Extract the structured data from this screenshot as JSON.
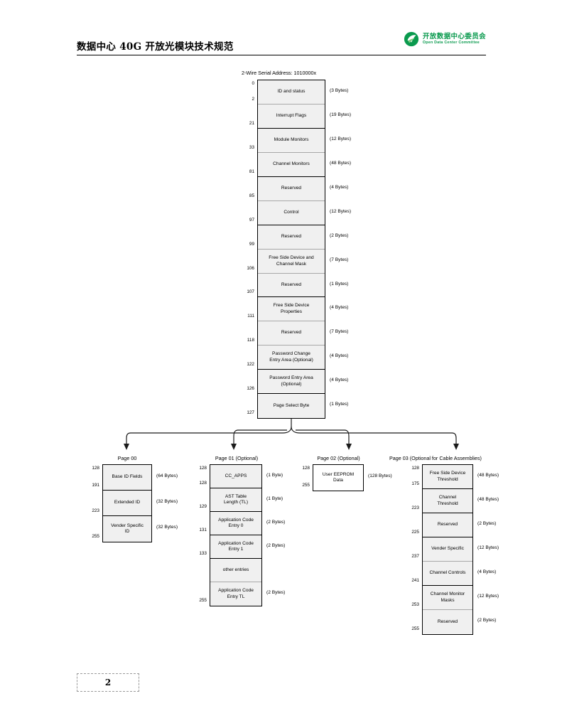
{
  "header": {
    "title": "数据中心 40G 开放光模块技术规范",
    "logo_cn": "开放数据中心委员会",
    "logo_en": "Open Data Center Committee",
    "logo_color": "#0a9a4e"
  },
  "footer": {
    "page_number": "2"
  },
  "diagram": {
    "main": {
      "caption": "2-Wire Serial Address: 1010000x",
      "rows": [
        {
          "label": "ID and status",
          "size": "(3 Bytes)",
          "start": "0",
          "end": "2"
        },
        {
          "label": "Interrupt Flags",
          "size": "(19 Bytes)",
          "start": "",
          "end": "21"
        },
        {
          "label": "Module Monitors",
          "size": "(12 Bytes)",
          "start": "",
          "end": "33"
        },
        {
          "label": "Channel Monitors",
          "size": "(48 Bytes)",
          "start": "",
          "end": "81"
        },
        {
          "label": "Reserved",
          "size": "(4 Bytes)",
          "start": "",
          "end": "85"
        },
        {
          "label": "Control",
          "size": "(12 Bytes)",
          "start": "",
          "end": "97"
        },
        {
          "label": "Reserved",
          "size": "(2 Bytes)",
          "start": "",
          "end": "99"
        },
        {
          "label": "Free Side Device and\nChannel Mask",
          "size": "(7 Bytes)",
          "start": "",
          "end": "106"
        },
        {
          "label": "Reserved",
          "size": "(1 Bytes)",
          "start": "",
          "end": "107"
        },
        {
          "label": "Free Side Device\nProperties",
          "size": "(4 Bytes)",
          "start": "",
          "end": "111"
        },
        {
          "label": "Reserved",
          "size": "(7 Bytes)",
          "start": "",
          "end": "118"
        },
        {
          "label": "Password Change\nEntry Area (Optional)",
          "size": "(4 Bytes)",
          "start": "",
          "end": "122"
        },
        {
          "label": "Password Entry Area\n(Optional)",
          "size": "(4 Bytes)",
          "start": "",
          "end": "126"
        },
        {
          "label": "Page Select Byte",
          "size": "(1 Bytes)",
          "start": "",
          "end": "127"
        }
      ]
    },
    "page00": {
      "title": "Page 00",
      "rows": [
        {
          "label": "Base ID Fields",
          "size": "(64 Bytes)",
          "start": "128",
          "end": "191"
        },
        {
          "label": "Extended ID",
          "size": "(32 Bytes)",
          "start": "",
          "end": "223"
        },
        {
          "label": "Vender Specific\nID",
          "size": "(32 Bytes)",
          "start": "",
          "end": "255"
        }
      ]
    },
    "page01": {
      "title": "Page 01 (Optional)",
      "rows": [
        {
          "label": "CC_APPS",
          "size": "(1 Byte)",
          "start": "128",
          "end": "128"
        },
        {
          "label": "AST Table\nLength  (TL)",
          "size": "(1 Byte)",
          "start": "",
          "end": "129"
        },
        {
          "label": "Application Code\nEntry 0",
          "size": "(2 Bytes)",
          "start": "",
          "end": "131"
        },
        {
          "label": "Application Code\nEntry 1",
          "size": "(2 Bytes)",
          "start": "",
          "end": "133"
        },
        {
          "label": "other entries",
          "size": "",
          "start": "",
          "end": ""
        },
        {
          "label": "Application Code\nEntry TL",
          "size": "(2 Bytes)",
          "start": "",
          "end": "255"
        }
      ]
    },
    "page02": {
      "title": "Page 02 (Optional)",
      "rows": [
        {
          "label": "User EEPROM\nData",
          "size": "(128 Bytes)",
          "start": "128",
          "end": "255"
        }
      ]
    },
    "page03": {
      "title": "Page 03 (Optional for Cable Assemblies)",
      "rows": [
        {
          "label": "Free Side Device\nThreshold",
          "size": "(48 Bytes)",
          "start": "128",
          "end": "175"
        },
        {
          "label": "Channel\nThreshold",
          "size": "(48 Bytes)",
          "start": "",
          "end": "223"
        },
        {
          "label": "Reserved",
          "size": "(2 Bytes)",
          "start": "",
          "end": "225"
        },
        {
          "label": "Vender Specific",
          "size": "(12 Bytes)",
          "start": "",
          "end": "237"
        },
        {
          "label": "Channel Controls",
          "size": "(4 Bytes)",
          "start": "",
          "end": "241"
        },
        {
          "label": "Channel Monitor\nMasks",
          "size": "(12 Bytes)",
          "start": "",
          "end": "253"
        },
        {
          "label": "Reserved",
          "size": "(2 Bytes)",
          "start": "",
          "end": "255"
        }
      ]
    }
  }
}
